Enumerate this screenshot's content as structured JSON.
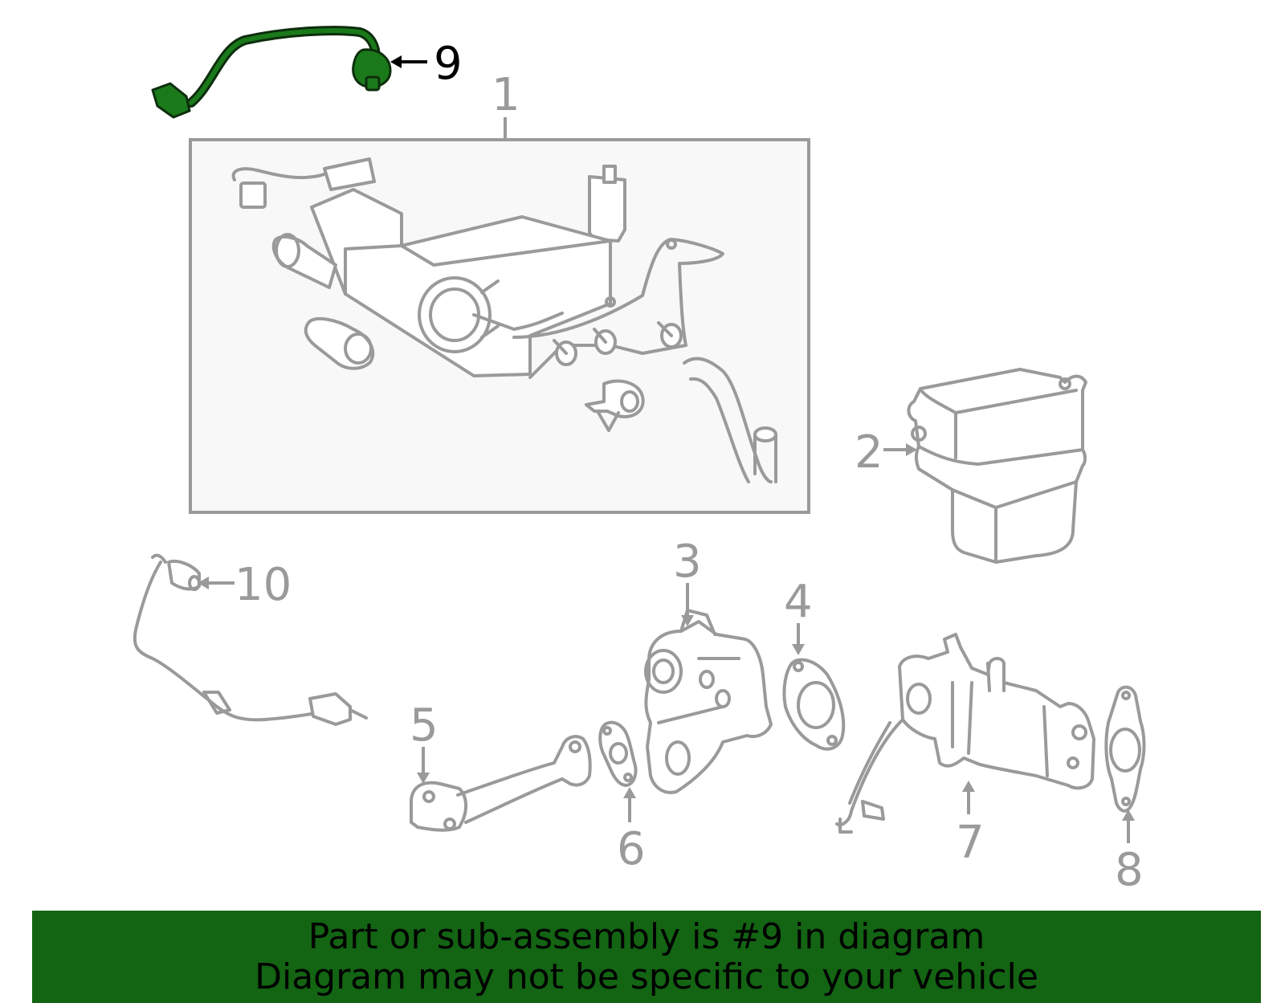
{
  "callouts": [
    {
      "id": "1",
      "label": "1",
      "highlighted": false
    },
    {
      "id": "2",
      "label": "2",
      "highlighted": false
    },
    {
      "id": "3",
      "label": "3",
      "highlighted": false
    },
    {
      "id": "4",
      "label": "4",
      "highlighted": false
    },
    {
      "id": "5",
      "label": "5",
      "highlighted": false
    },
    {
      "id": "6",
      "label": "6",
      "highlighted": false
    },
    {
      "id": "7",
      "label": "7",
      "highlighted": false
    },
    {
      "id": "8",
      "label": "8",
      "highlighted": false
    },
    {
      "id": "9",
      "label": "9",
      "highlighted": true
    },
    {
      "id": "10",
      "label": "10",
      "highlighted": false
    }
  ],
  "banner": {
    "line1": "Part or sub-assembly is #9 in diagram",
    "line2": "Diagram may not be specific to your vehicle"
  },
  "colors": {
    "highlight_part": "#1a7a1a",
    "banner_bg": "#136413",
    "line_art": "#9a9a9a"
  }
}
